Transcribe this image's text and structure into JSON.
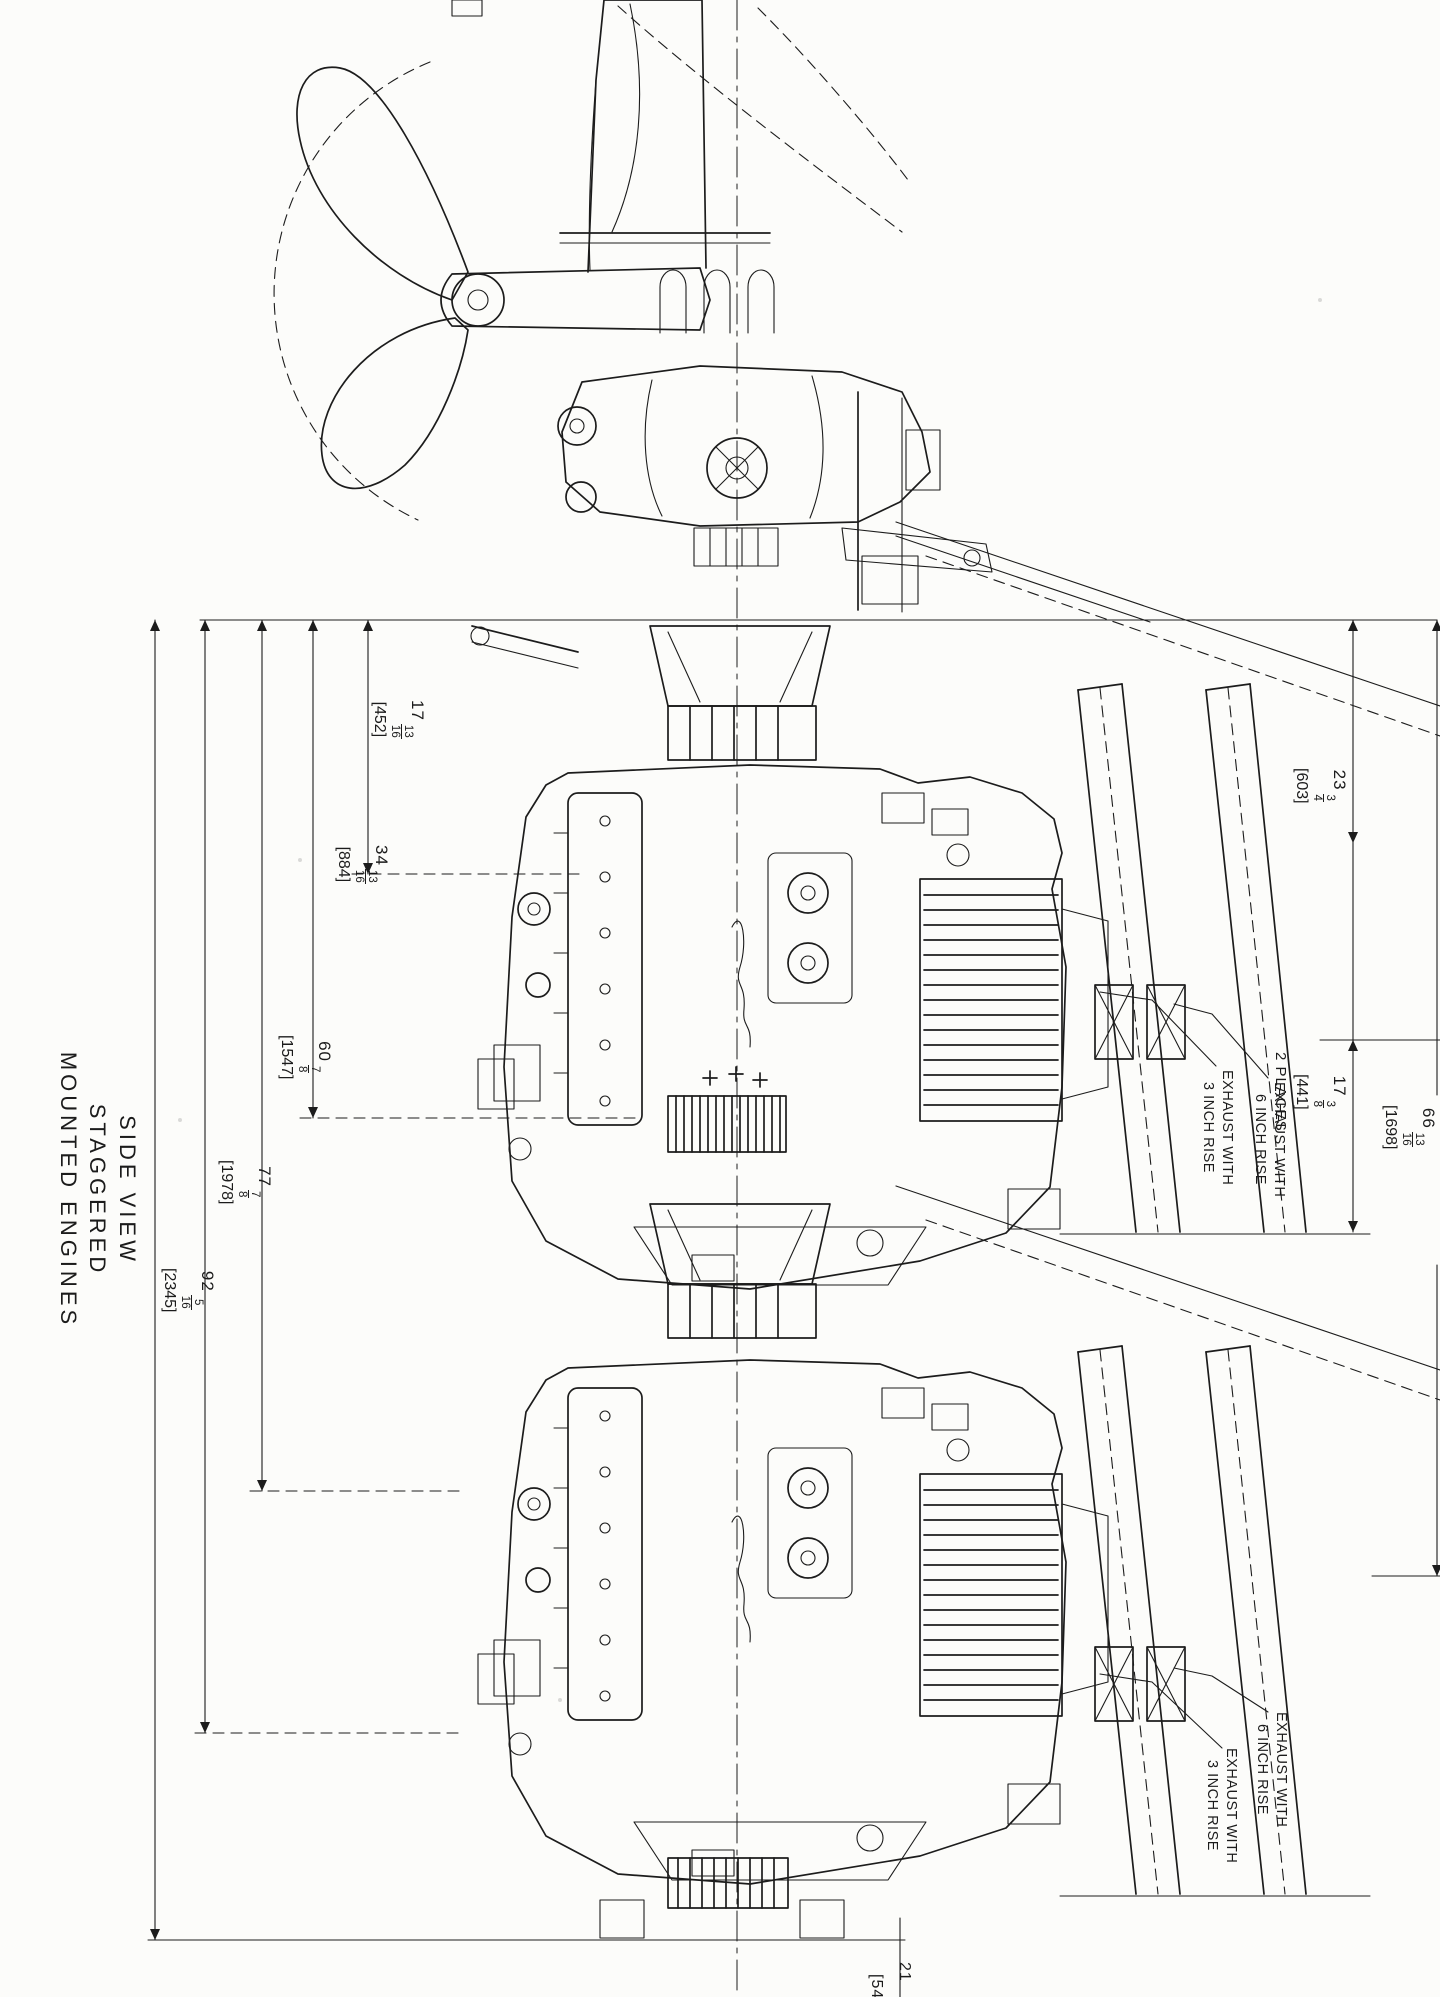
{
  "title": {
    "line1": "SIDE VIEW",
    "line2": "STAGGERED",
    "line3": "MOUNTED ENGINES"
  },
  "dimensions": {
    "d452": {
      "whole": "17",
      "num": "13",
      "den": "16",
      "metric": "[452]"
    },
    "d884": {
      "whole": "34",
      "num": "13",
      "den": "16",
      "metric": "[884]"
    },
    "d1547": {
      "whole": "60",
      "num": "7",
      "den": "8",
      "metric": "[1547]"
    },
    "d1978": {
      "whole": "77",
      "num": "7",
      "den": "8",
      "metric": "[1978]"
    },
    "d2345": {
      "whole": "92",
      "num": "5",
      "den": "16",
      "metric": "[2345]"
    },
    "d603": {
      "whole": "23",
      "num": "3",
      "den": "4",
      "metric": "[603]"
    },
    "d441": {
      "whole": "17",
      "num": "3",
      "den": "8",
      "metric": "[441]",
      "note": "2 PLACES"
    },
    "d1698": {
      "whole": "66",
      "num": "13",
      "den": "16",
      "metric": "[1698]"
    },
    "partial": {
      "frag1": "21",
      "frag2": "[54"
    }
  },
  "notes": {
    "exhaust_6": {
      "line1": "EXHAUST WITH",
      "line2": "6 INCH RISE"
    },
    "exhaust_3": {
      "line1": "EXHAUST WITH",
      "line2": "3 INCH RISE"
    }
  },
  "colors": {
    "ink": "#1c1c1c",
    "paper": "#fcfcfa"
  }
}
